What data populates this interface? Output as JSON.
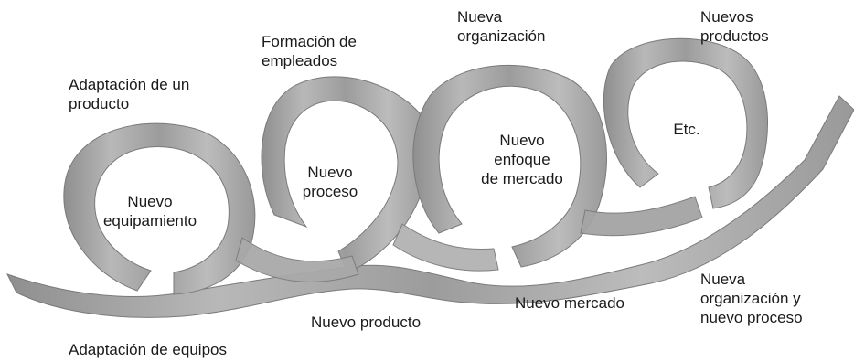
{
  "outer_labels": {
    "adaptacion_producto": [
      "Adaptación de un",
      "producto"
    ],
    "formacion_empleados": [
      "Formación de",
      "empleados"
    ],
    "nueva_organizacion": [
      "Nueva",
      "organización"
    ],
    "nuevos_productos": [
      "Nuevos",
      "productos"
    ],
    "adaptacion_equipos": [
      "Adaptación de equipos"
    ],
    "nuevo_producto": [
      "Nuevo producto"
    ],
    "nuevo_mercado": [
      "Nuevo mercado"
    ],
    "nueva_org_proceso": [
      "Nueva",
      "organización y",
      "nuevo proceso"
    ]
  },
  "loop_labels": {
    "loop1": [
      "Nuevo",
      "equipamiento"
    ],
    "loop2": [
      "Nuevo",
      "proceso"
    ],
    "loop3": [
      "Nuevo",
      "enfoque",
      "de mercado"
    ],
    "loop4": [
      "Etc."
    ]
  },
  "colors": {
    "ribbon_light": "#bdbdbd",
    "ribbon_mid": "#a6a6a6",
    "ribbon_dark": "#8a8a8a",
    "ribbon_edge": "#7a7a7a"
  }
}
